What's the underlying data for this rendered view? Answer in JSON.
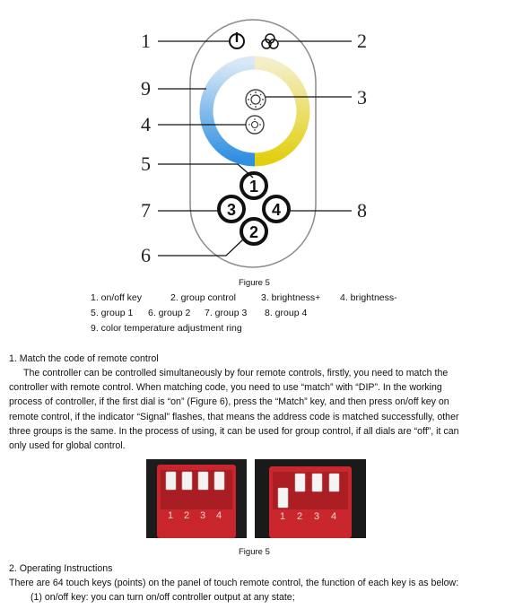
{
  "figure1": {
    "callouts": [
      "1",
      "2",
      "3",
      "4",
      "5",
      "6",
      "7",
      "8",
      "9"
    ],
    "key_labels": {
      "group1": "1",
      "group2": "2",
      "group3": "3",
      "group4": "4"
    },
    "caption": "Figure 5",
    "legend": [
      "1. on/off key",
      "2. group control",
      "3. brightness+",
      "4. brightness-",
      "5. group 1",
      "6. group 2",
      "7. group 3",
      "8. group 4",
      "9. color temperature adjustment ring"
    ]
  },
  "section1": {
    "heading": "1. Match the code of remote control",
    "lines": [
      "The controller can be controlled simultaneously by four remote controls, firstly, you need to match the",
      "controller with remote control. When matching code, you need to use “match” with “DIP”. In the working",
      "process of controller, if the first dial is “on” (Figure 6), press the “Match” key, and then press on/off key on",
      "remote control, if the indicator “Signal” flashes, that means the address code is matched successfully, other",
      "three groups is the same. In the process of using, it can be used for group control, if all dials are “off”, it can",
      "only used for global control."
    ]
  },
  "figure2": {
    "dip_numbers": [
      "1",
      "2",
      "3",
      "4"
    ],
    "caption": "Figure 5"
  },
  "section2": {
    "heading": "2. Operating Instructions",
    "intro": "There are 64 touch keys (points) on the panel of touch remote control, the function of each key is as below:",
    "item1": "(1)  on/off key: you can turn on/off controller output at any state;"
  }
}
